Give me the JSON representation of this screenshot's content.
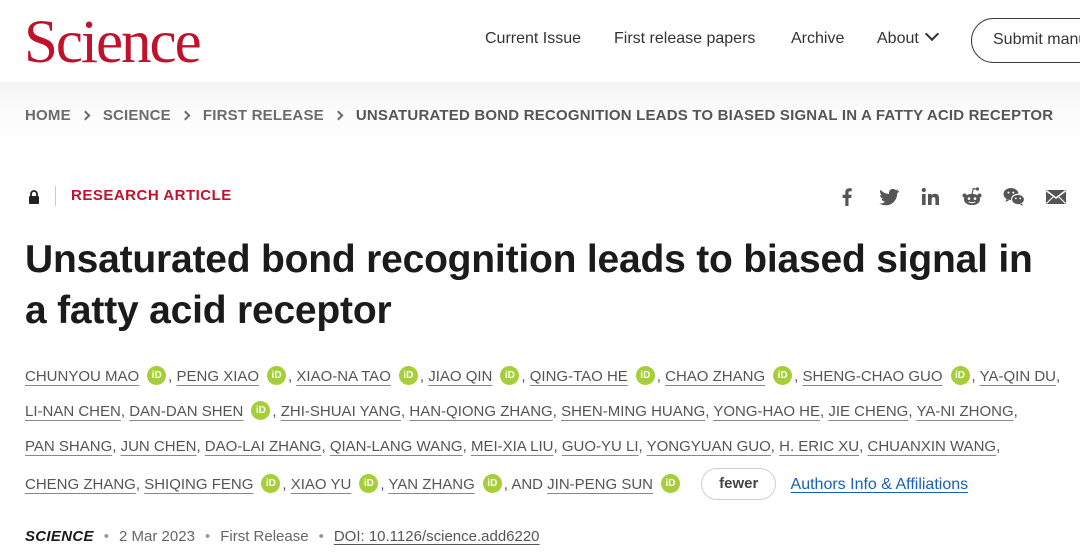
{
  "header": {
    "logo": "Science",
    "nav": [
      "Current Issue",
      "First release papers",
      "Archive",
      "About"
    ],
    "submit_label": "Submit manuscript"
  },
  "breadcrumb": [
    "HOME",
    "SCIENCE",
    "FIRST RELEASE",
    "UNSATURATED BOND RECOGNITION LEADS TO BIASED SIGNAL IN A FATTY ACID RECEPTOR"
  ],
  "article": {
    "kind": "RESEARCH ARTICLE",
    "title_line1": "Unsaturated bond recognition leads to biased signal in",
    "title_line2": "a fatty acid receptor",
    "share_icons": [
      "facebook-icon",
      "twitter-icon",
      "linkedin-icon",
      "reddit-icon",
      "wechat-icon",
      "email-icon"
    ],
    "orcid_badge": "iD",
    "authors": [
      "CHUNYOU MAO",
      "PENG XIAO",
      "XIAO-NA TAO",
      "JIAO QIN",
      "QING-TAO HE",
      "CHAO ZHANG",
      "SHENG-CHAO GUO",
      "YA-QIN DU",
      "LI-NAN CHEN",
      "DAN-DAN SHEN",
      "ZHI-SHUAI YANG",
      "HAN-QIONG ZHANG",
      "SHEN-MING HUANG",
      "YONG-HAO HE",
      "JIE CHENG",
      "YA-NI ZHONG",
      "PAN SHANG",
      "JUN CHEN",
      "DAO-LAI ZHANG",
      "QIAN-LANG WANG",
      "MEI-XIA LIU",
      "GUO-YU LI",
      "YONGYUAN GUO",
      "H. ERIC XU",
      "CHUANXIN WANG",
      "CHENG ZHANG",
      "SHIQING FENG",
      "XIAO YU",
      "YAN ZHANG",
      "JIN-PENG SUN"
    ],
    "and_label": "AND",
    "fewer_label": "fewer",
    "affiliations_label": "Authors Info & Affiliations",
    "journal": "SCIENCE",
    "date": "2 Mar 2023",
    "release": "First Release",
    "doi": "DOI: 10.1126/science.add6220"
  },
  "colors": {
    "brand_red": "#c0132b",
    "orcid_green": "#a6ce39",
    "link_blue": "#1a5fb4"
  }
}
